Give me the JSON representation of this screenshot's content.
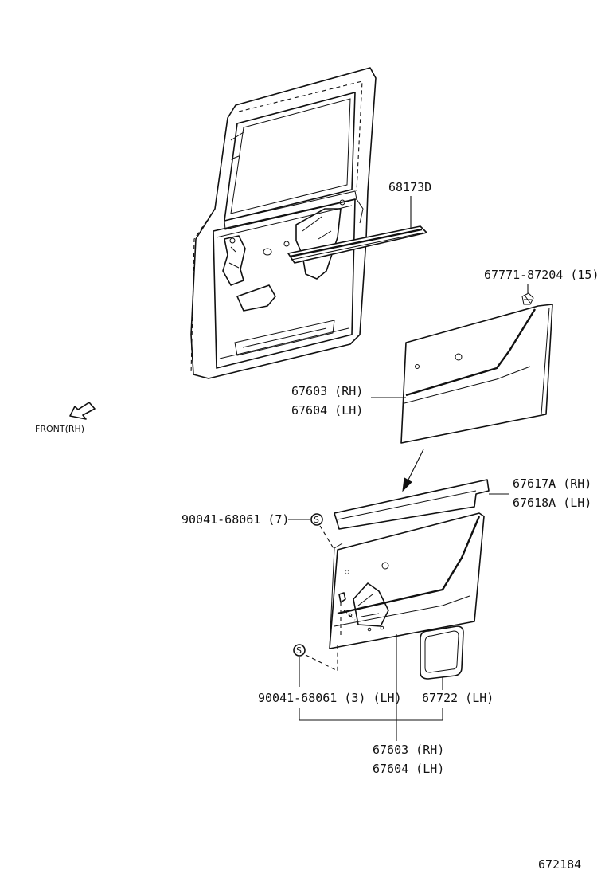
{
  "labels": {
    "weatherstrip": "68173D",
    "clip": "67771-87204 (15)",
    "upper_panel_rh": "67603 (RH)",
    "upper_panel_lh": "67604 (LH)",
    "front_indicator": "FRONT(RH)",
    "garnish_rh": "67617A (RH)",
    "garnish_lh": "67618A (LH)",
    "screw_top": "90041-68061 (7)",
    "screw_bottom": "90041-68061 (3) (LH)",
    "cover": "67722 (LH)",
    "lower_panel_rh": "67603 (RH)",
    "lower_panel_lh": "67604 (LH)",
    "screw_symbol": "S",
    "figure_number": "672184"
  }
}
